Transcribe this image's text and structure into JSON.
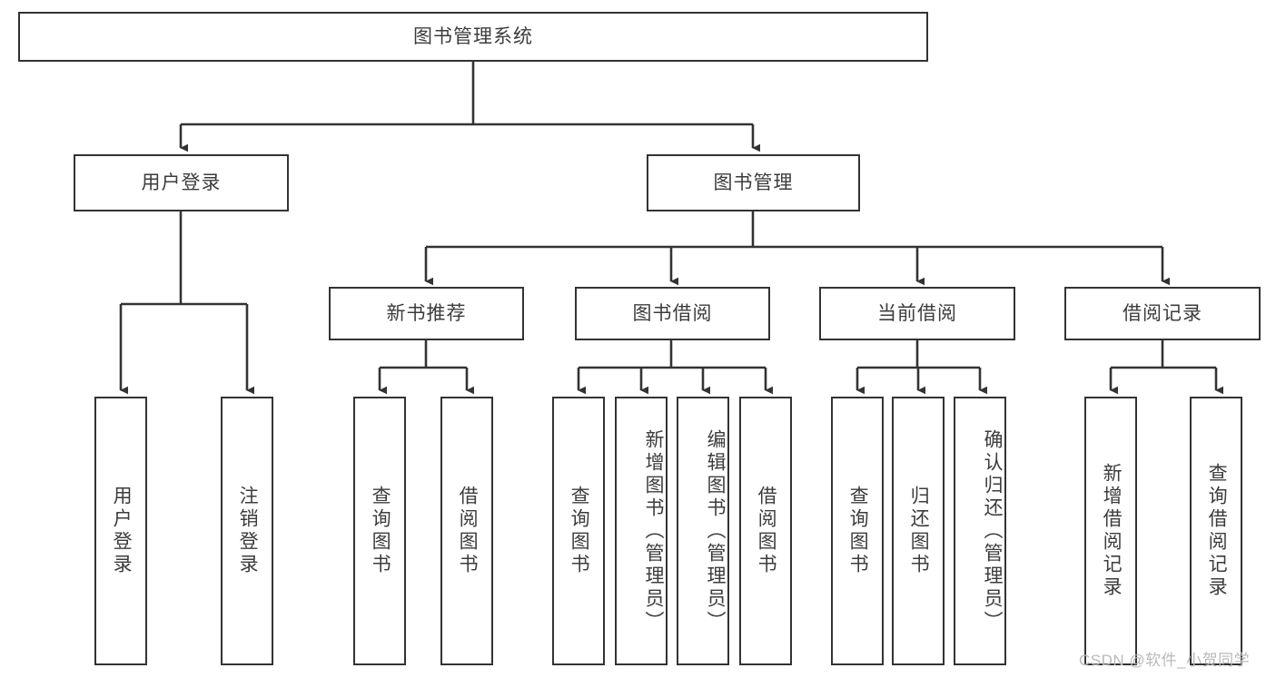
{
  "diagram": {
    "title_node": {
      "label": "图书管理系统"
    },
    "level2": [
      {
        "id": "user-login",
        "label": "用户登录"
      },
      {
        "id": "book-management",
        "label": "图书管理"
      }
    ],
    "level3": [
      {
        "id": "new-book-recommend",
        "label": "新书推荐"
      },
      {
        "id": "book-borrow",
        "label": "图书借阅"
      },
      {
        "id": "current-borrow",
        "label": "当前借阅"
      },
      {
        "id": "borrow-record",
        "label": "借阅记录"
      }
    ],
    "leaves": {
      "user_login": [
        {
          "id": "leaf-user-login",
          "label": "用户登录"
        },
        {
          "id": "leaf-logout-login",
          "label": "注销登录"
        }
      ],
      "new_book_recommend": [
        {
          "id": "leaf-query-book-1",
          "label": "查询图书"
        },
        {
          "id": "leaf-borrow-book-1",
          "label": "借阅图书"
        }
      ],
      "book_borrow": [
        {
          "id": "leaf-query-book-2",
          "label": "查询图书"
        },
        {
          "id": "leaf-add-book-admin",
          "label": "新增图书（管理员）"
        },
        {
          "id": "leaf-edit-book-admin",
          "label": "编辑图书（管理员）"
        },
        {
          "id": "leaf-borrow-book-2",
          "label": "借阅图书"
        }
      ],
      "current_borrow": [
        {
          "id": "leaf-query-book-3",
          "label": "查询图书"
        },
        {
          "id": "leaf-return-book",
          "label": "归还图书"
        },
        {
          "id": "leaf-confirm-return-admin",
          "label": "确认归还（管理员）"
        }
      ],
      "borrow_record": [
        {
          "id": "leaf-add-borrow-record",
          "label": "新增借阅记录"
        },
        {
          "id": "leaf-query-borrow-record",
          "label": "查询借阅记录"
        }
      ]
    },
    "watermark": "CSDN @软件_小贺同学",
    "colors": {
      "stroke": "#333333",
      "text": "#3c3c3c",
      "background": "#ffffff",
      "watermark": "#b9b9b9"
    }
  }
}
